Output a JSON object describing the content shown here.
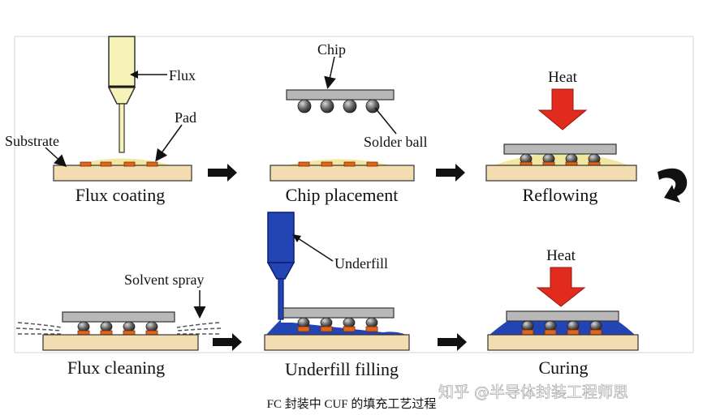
{
  "labels": {
    "flux": "Flux",
    "pad": "Pad",
    "substrate": "Substrate",
    "chip": "Chip",
    "solder_ball": "Solder ball",
    "heat_top": "Heat",
    "heat_bottom": "Heat",
    "solvent_spray": "Solvent spray",
    "underfill": "Underfill"
  },
  "steps": [
    "Flux coating",
    "Chip placement",
    "Reflowing",
    "Flux cleaning",
    "Underfill filling",
    "Curing"
  ],
  "caption": "FC 封装中 CUF 的填充工艺过程",
  "watermark": "知乎 @半导体封装工程师思",
  "colors": {
    "substrate": "#f3ddb0",
    "pad": "#e2651c",
    "solder": "#555555",
    "chip": "#b8b8b8",
    "flux": "#f1e7a0",
    "nozzle_flux": "#f7f2b8",
    "underfill": "#2344b5",
    "heat_arrow": "#e02b1e"
  },
  "icons": [
    "flow-arrow-icon",
    "turn-arrow-icon",
    "heat-arrow-icon"
  ]
}
